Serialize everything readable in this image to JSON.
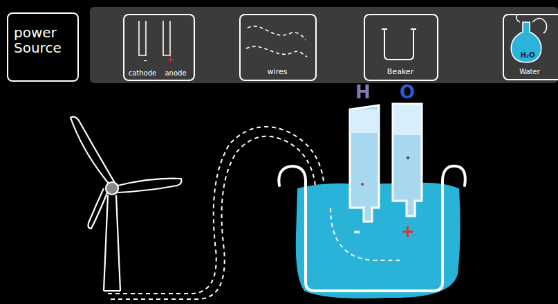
{
  "diagram": {
    "nodes": [
      {
        "text": [
          "power Source"
        ]
      },
      {
        "text": [
          "-",
          "+",
          "cathode",
          "anode"
        ]
      },
      {
        "text": [
          "wires"
        ]
      },
      {
        "text": [
          "Beaker"
        ]
      },
      {
        "text": [
          "H₂O",
          "Water"
        ]
      }
    ],
    "labels": [
      "H",
      "O",
      "-",
      "+"
    ]
  }
}
